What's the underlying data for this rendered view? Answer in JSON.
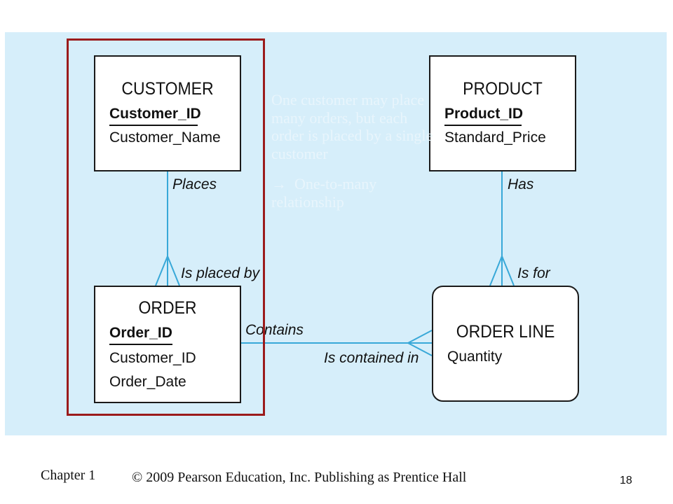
{
  "entities": {
    "customer": {
      "title": "CUSTOMER",
      "pk": "Customer_ID",
      "attrs": [
        "Customer_Name"
      ]
    },
    "product": {
      "title": "PRODUCT",
      "pk": "Product_ID",
      "attrs": [
        "Standard_Price"
      ]
    },
    "order": {
      "title": "ORDER",
      "pk": "Order_ID",
      "attrs": [
        "Customer_ID",
        "Order_Date"
      ]
    },
    "order_line": {
      "title": "ORDER LINE",
      "attrs": [
        "Quantity"
      ]
    }
  },
  "relationships": {
    "places": "Places",
    "is_placed_by": "Is placed by",
    "has": "Has",
    "is_for": "Is for",
    "contains": "Contains",
    "is_contained_in": "Is contained in"
  },
  "note": {
    "text": "One customer may place many orders, but each order is placed by a single customer",
    "arrow": "→",
    "conclusion": "One-to-many relationship"
  },
  "footer": {
    "chapter": "Chapter 1",
    "copyright": "© 2009 Pearson Education, Inc.  Publishing as Prentice Hall",
    "page": "18"
  },
  "colors": {
    "background": "#d6eefa",
    "connector": "#38a8d8",
    "highlight": "#9b1b1b",
    "note_text": "#e8f5fc"
  }
}
